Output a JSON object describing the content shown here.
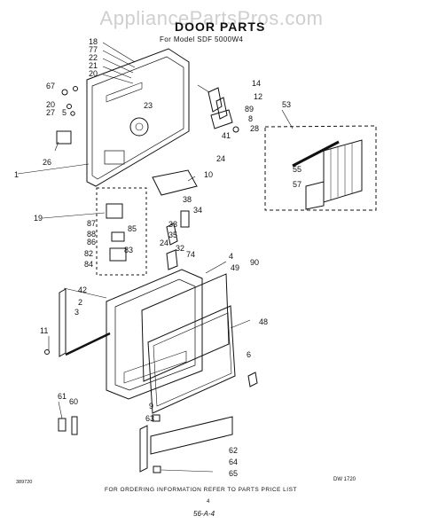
{
  "watermark": "AppliancePartsPros.com",
  "title": "DOOR PARTS",
  "subtitle": "For Model SDF 5000W4",
  "footer": "FOR ORDERING INFORMATION REFER TO PARTS PRICE LIST",
  "drawing_no": "DW 1720",
  "code": "389720",
  "page": "4",
  "signature": "56-A-4",
  "callouts": [
    "18",
    "77",
    "22",
    "21",
    "20",
    "67",
    "20",
    "27",
    "5",
    "26",
    "1",
    "23",
    "14",
    "12",
    "89",
    "8",
    "28",
    "41",
    "24",
    "10",
    "53",
    "55",
    "57",
    "19",
    "87",
    "88",
    "86",
    "82",
    "84",
    "85",
    "83",
    "38",
    "34",
    "33",
    "35",
    "24",
    "32",
    "74",
    "4",
    "49",
    "90",
    "42",
    "2",
    "3",
    "11",
    "48",
    "6",
    "61",
    "60",
    "9",
    "63",
    "62",
    "64",
    "65"
  ]
}
